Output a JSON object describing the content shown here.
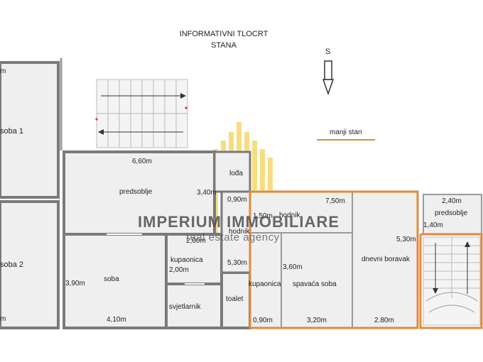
{
  "plan": {
    "title_line1": "INFORMATIVNI TLOCRT",
    "title_line2": "STANA",
    "north_label": "S",
    "legend_label": "manji stan",
    "accent_color": "#e08a3c",
    "wall_color": "#7a7a7a",
    "room_fill": "#efefef"
  },
  "watermark": {
    "name": "IMPERIUM IMMOBILIARE",
    "tagline": "real estate agency",
    "color": "#f2c21a"
  },
  "rooms": {
    "soba1": "soba 1",
    "soba2": "soba 2",
    "predsoblje_left": "predsoblje",
    "soba": "soba",
    "kupaonica_left": "kupaonica",
    "svjetlarnik": "svjetlarnik",
    "toalet": "toalet",
    "loda": "lođa",
    "hodnik_top": "hodnik",
    "hodnik_mid": "hodnik",
    "kupaonica_right": "kupaonica",
    "spavaca": "spavaća soba",
    "dnevni": "dnevni boravak",
    "predsoblje_right": "predsoblje"
  },
  "dims": {
    "d_660": "6,60m",
    "d_340": "3,40m",
    "d_090_top": "0,90m",
    "d_150": "1,50m",
    "d_750": "7,50m",
    "d_240": "2,40m",
    "d_140": "1,40m",
    "d_530_right": "5,30m",
    "d_200_a": "2,00m",
    "d_200_b": "2,00m",
    "d_530_mid": "5,30m",
    "d_360": "3,60m",
    "d_390": "3,90m",
    "d_410": "4,10m",
    "d_090_bottom": "0,90m",
    "d_320": "3,20m",
    "d_280": "2.80m",
    "d_m_top": "m",
    "d_m_bottom": "m"
  }
}
